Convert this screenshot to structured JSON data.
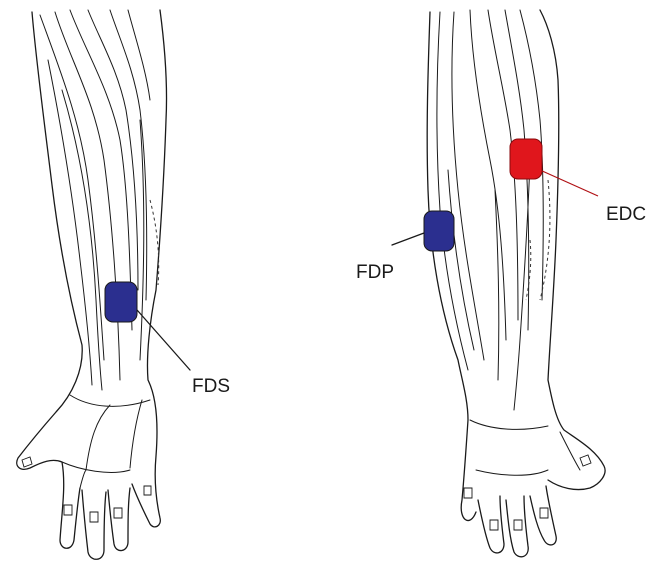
{
  "colors": {
    "flexor_electrode": "#2b2f8f",
    "extensor_electrode": "#e0161c",
    "outline": "#1a1a1a",
    "background": "#ffffff"
  },
  "electrodes": {
    "fds": {
      "label": "FDS",
      "color": "#2b2f8f"
    },
    "fdp": {
      "label": "FDP",
      "color": "#2b2f8f"
    },
    "edc": {
      "label": "EDC",
      "color": "#e0161c"
    }
  }
}
